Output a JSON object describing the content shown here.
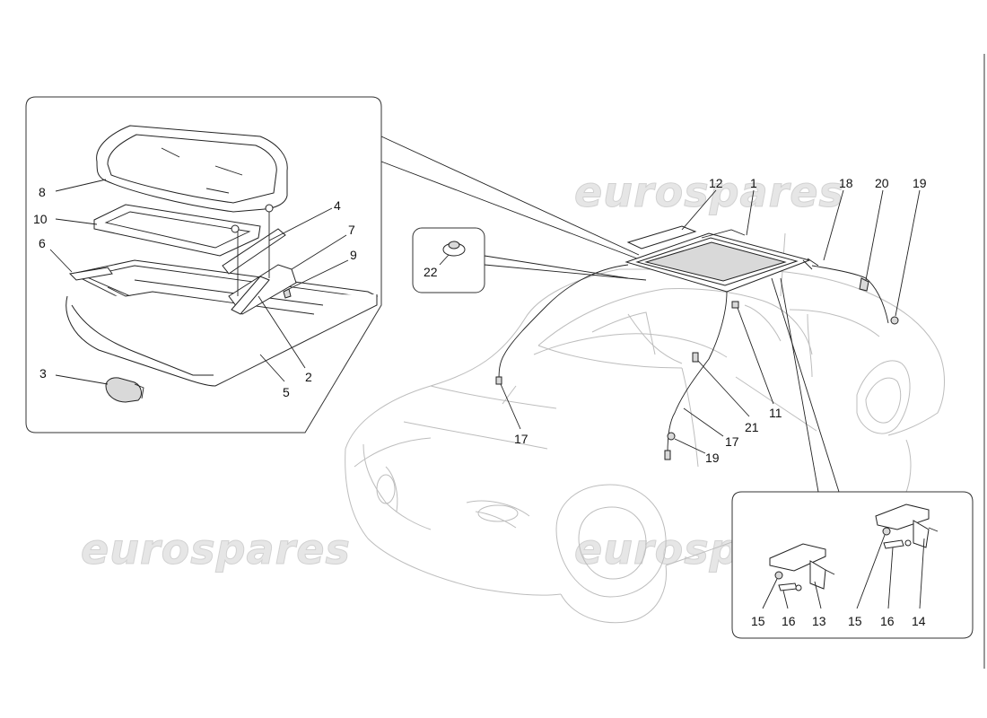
{
  "watermark": {
    "text": "eurospares"
  },
  "callouts": {
    "p1": "1",
    "p2": "2",
    "p3": "3",
    "p4": "4",
    "p5": "5",
    "p6": "6",
    "p7": "7",
    "p8": "8",
    "p9": "9",
    "p10": "10",
    "p11": "11",
    "p12": "12",
    "p13": "13",
    "p14": "14",
    "p15": "15",
    "p16": "16",
    "p17": "17",
    "p18": "18",
    "p19": "19",
    "p20": "20",
    "p21": "21",
    "p22": "22"
  }
}
